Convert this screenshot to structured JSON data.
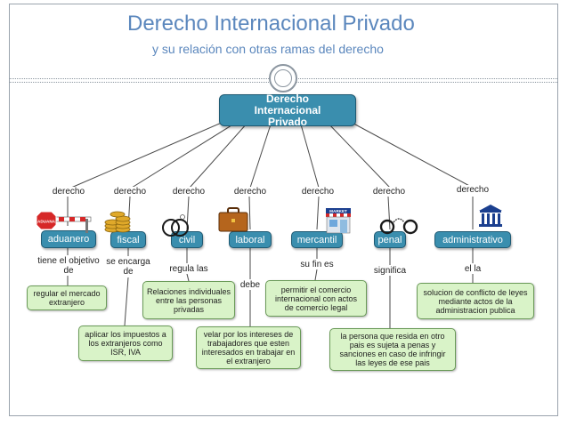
{
  "header": {
    "title": "Derecho Internacional Privado",
    "subtitle": "y su relación con otras ramas del derecho"
  },
  "colors": {
    "title": "#5b87bd",
    "branch_fill": "#3a8eae",
    "leaf_fill": "#d9f3c8"
  },
  "map": {
    "root": "Derecho Internacional Privado",
    "branches": [
      {
        "link": "derecho",
        "name": "aduanero",
        "icon": "customs-barrier-icon",
        "relation": "tiene el objetivo de",
        "detail": "regular el mercado extranjero"
      },
      {
        "link": "derecho",
        "name": "fiscal",
        "icon": "coins-icon",
        "relation": "se encarga de",
        "detail": "aplicar los impuestos a los extranjeros como ISR, IVA"
      },
      {
        "link": "derecho",
        "name": "civil",
        "icon": "rings-icon",
        "relation": "regula las",
        "detail": "Relaciones individuales entre las personas privadas"
      },
      {
        "link": "derecho",
        "name": "laboral",
        "icon": "briefcase-icon",
        "relation": "debe",
        "detail": "velar por los intereses de trabajadores que esten interesados en trabajar en el extranjero"
      },
      {
        "link": "derecho",
        "name": "mercantil",
        "icon": "market-store-icon",
        "relation": "su fin es",
        "detail": "permitir el comercio internacional con actos de comercio legal"
      },
      {
        "link": "derecho",
        "name": "penal",
        "icon": "handcuffs-icon",
        "relation": "significa",
        "detail": "la persona que resida en otro pais es sujeta a penas y sanciones en caso de infringir las leyes de ese pais"
      },
      {
        "link": "derecho",
        "name": "administrativo",
        "icon": "government-building-icon",
        "relation": "el la",
        "detail": "solucion de conflicto de leyes mediante actos de la administracion publica"
      }
    ],
    "icon_text": {
      "customs_sign": "ADUANA",
      "market_sign": "MARKET"
    }
  }
}
